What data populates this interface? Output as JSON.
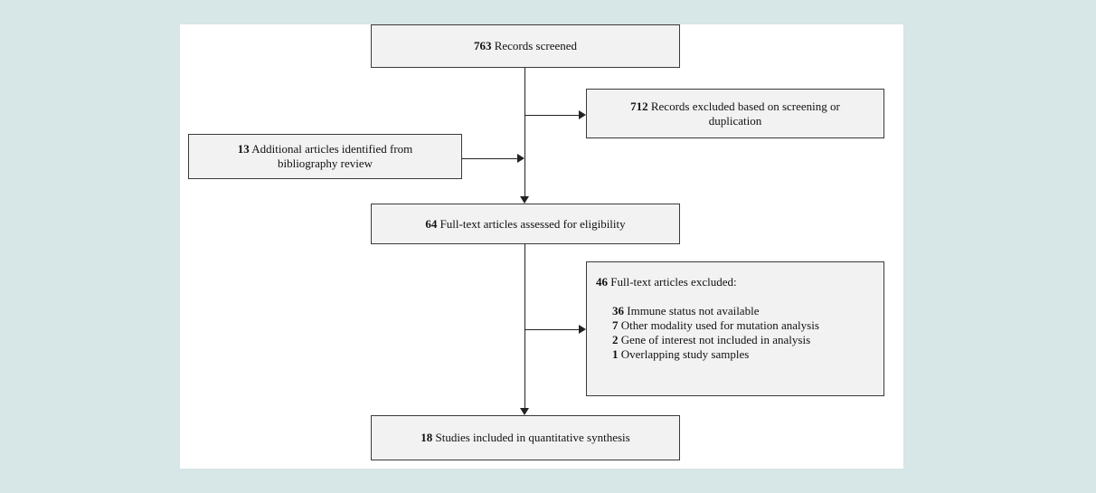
{
  "boxes": {
    "screened": {
      "n": "763",
      "text": "Records screened"
    },
    "excluded_screening": {
      "n": "712",
      "line1": "Records excluded based on screening or",
      "line2": "duplication"
    },
    "additional": {
      "n": "13",
      "line1": "Additional articles identified from",
      "line2": "bibliography review"
    },
    "assessed": {
      "n": "64",
      "text": "Full-text articles assessed for eligibility"
    },
    "excluded_fulltext": {
      "n": "46",
      "text": "Full-text articles excluded:",
      "reasons": [
        {
          "n": "36",
          "text": "Immune status not available"
        },
        {
          "n": "7",
          "text": "Other modality used for mutation analysis"
        },
        {
          "n": "2",
          "text": "Gene of interest not included in analysis"
        },
        {
          "n": "1",
          "text": "Overlapping study samples"
        }
      ]
    },
    "included": {
      "n": "18",
      "text": "Studies included in quantitative synthesis"
    }
  }
}
